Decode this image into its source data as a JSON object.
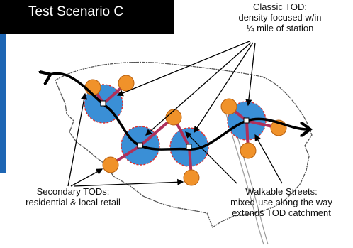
{
  "slide": {
    "title": "Test Scenario C"
  },
  "labels": {
    "classic_tod": [
      "Classic TOD:",
      "density focused w/in",
      "¼ mile of station"
    ],
    "secondary_tods": [
      "Secondary TODs:",
      "residential & local retail"
    ],
    "walkable_streets": [
      "Walkable Streets:",
      "mixed-use along the way",
      "extends TOD catchment"
    ]
  },
  "colors": {
    "title_background": "#000000",
    "title_text": "#ffffff",
    "accent_strip": "#1e66b4",
    "station_zone_fill": "#3a8fd6",
    "station_zone_border": "#e03030",
    "secondary_node_fill": "#f0922a",
    "connector": "#b0305a",
    "transit_line": "#000000",
    "boundary": "#555555"
  }
}
